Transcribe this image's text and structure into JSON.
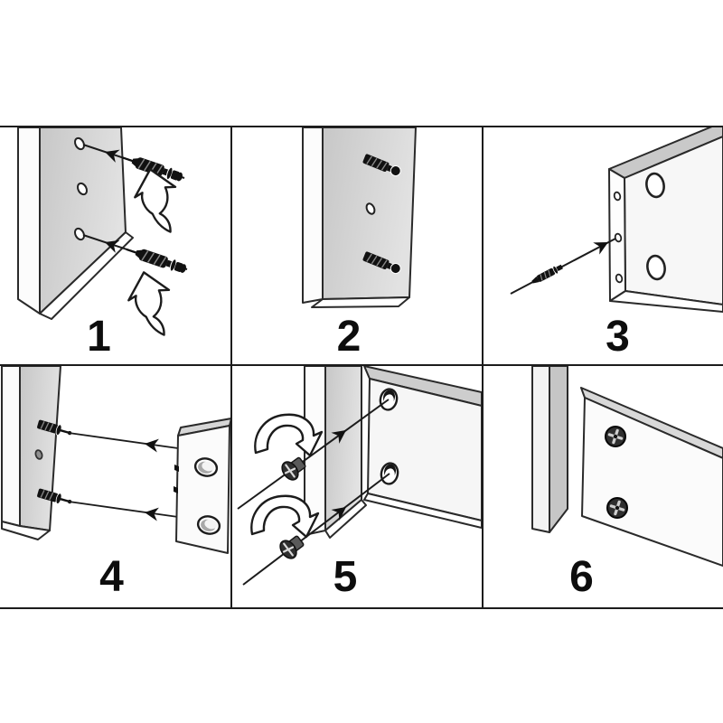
{
  "sheet": {
    "background": "#ffffff"
  },
  "colors": {
    "line": "#1c1c1c",
    "panel_face_gray": "#d6d6d6",
    "panel_edge_gray": "#c9c9c9",
    "hardware_black": "#111111",
    "paper_white": "#ffffff"
  },
  "steps": [
    {
      "label": "1"
    },
    {
      "label": "2"
    },
    {
      "label": "3"
    },
    {
      "label": "4"
    },
    {
      "label": "5"
    },
    {
      "label": "6"
    }
  ]
}
